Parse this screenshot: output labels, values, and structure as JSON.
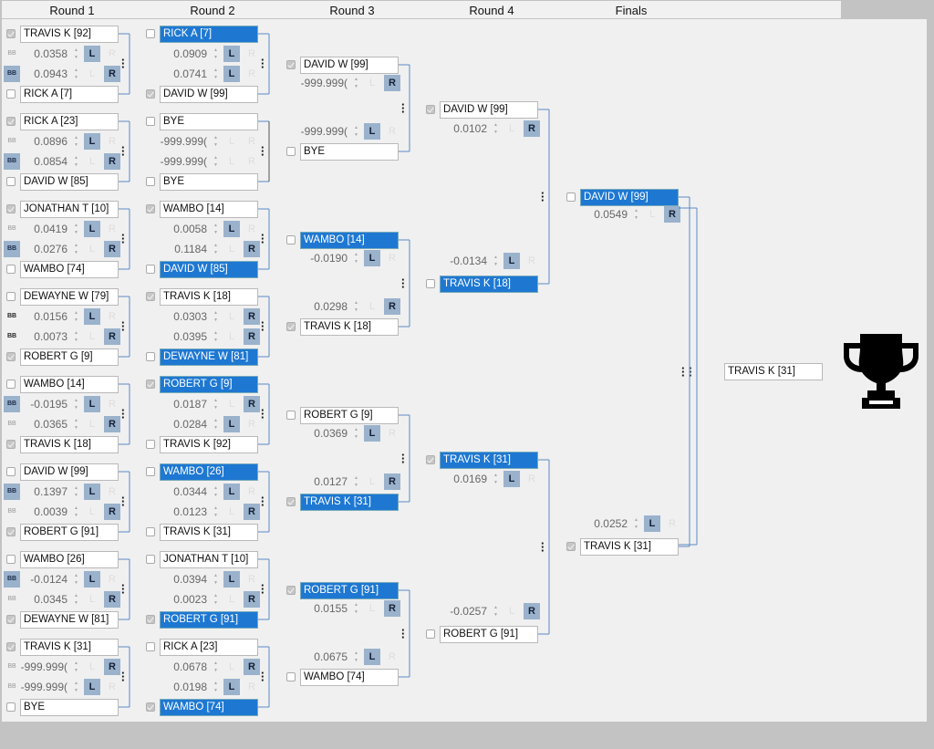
{
  "rounds": [
    "Round 1",
    "Round 2",
    "Round 3",
    "Round 4",
    "Finals"
  ],
  "champion": "TRAVIS K [31]",
  "matches": [
    {
      "col": 0,
      "top": {
        "name": "TRAVIS K [92]",
        "sel": false,
        "chk": true
      },
      "bottom": {
        "name": "RICK A [7]",
        "sel": false,
        "chk": false
      },
      "rows": [
        {
          "bb": false,
          "score": "0.0358",
          "pick": "L"
        },
        {
          "bb": true,
          "score": "0.0943",
          "pick": "R"
        }
      ]
    },
    {
      "col": 0,
      "top": {
        "name": "RICK A [23]",
        "sel": false,
        "chk": true
      },
      "bottom": {
        "name": "DAVID W [85]",
        "sel": false,
        "chk": false
      },
      "rows": [
        {
          "bb": false,
          "score": "0.0896",
          "pick": "L"
        },
        {
          "bb": true,
          "score": "0.0854",
          "pick": "R"
        }
      ]
    },
    {
      "col": 0,
      "top": {
        "name": "JONATHAN T [10]",
        "sel": false,
        "chk": true
      },
      "bottom": {
        "name": "WAMBO [74]",
        "sel": false,
        "chk": false
      },
      "rows": [
        {
          "bb": false,
          "score": "0.0419",
          "pick": "L"
        },
        {
          "bb": true,
          "score": "0.0276",
          "pick": "R"
        }
      ]
    },
    {
      "col": 0,
      "top": {
        "name": "DEWAYNE W [79]",
        "sel": false,
        "chk": false
      },
      "bottom": {
        "name": "ROBERT G [9]",
        "sel": false,
        "chk": true
      },
      "rows": [
        {
          "bb": "plain",
          "score": "0.0156",
          "pick": "L"
        },
        {
          "bb": "plain",
          "score": "0.0073",
          "pick": "R"
        }
      ]
    },
    {
      "col": 0,
      "top": {
        "name": "WAMBO [14]",
        "sel": false,
        "chk": false
      },
      "bottom": {
        "name": "TRAVIS K [18]",
        "sel": false,
        "chk": true
      },
      "rows": [
        {
          "bb": true,
          "score": "-0.0195",
          "pick": "L"
        },
        {
          "bb": false,
          "score": "0.0365",
          "pick": "R"
        }
      ]
    },
    {
      "col": 0,
      "top": {
        "name": "DAVID W [99]",
        "sel": false,
        "chk": false
      },
      "bottom": {
        "name": "ROBERT G [91]",
        "sel": false,
        "chk": true
      },
      "rows": [
        {
          "bb": true,
          "score": "0.1397",
          "pick": "L"
        },
        {
          "bb": false,
          "score": "0.0039",
          "pick": "R"
        }
      ]
    },
    {
      "col": 0,
      "top": {
        "name": "WAMBO [26]",
        "sel": false,
        "chk": false
      },
      "bottom": {
        "name": "DEWAYNE W [81]",
        "sel": false,
        "chk": true
      },
      "rows": [
        {
          "bb": true,
          "score": "-0.0124",
          "pick": "L"
        },
        {
          "bb": false,
          "score": "0.0345",
          "pick": "R"
        }
      ]
    },
    {
      "col": 0,
      "top": {
        "name": "TRAVIS K [31]",
        "sel": false,
        "chk": true
      },
      "bottom": {
        "name": "BYE",
        "sel": false,
        "chk": false
      },
      "rows": [
        {
          "bb": false,
          "score": "-999.999(",
          "pick": "R"
        },
        {
          "bb": false,
          "score": "-999.999(",
          "pick": "L"
        }
      ]
    },
    {
      "col": 1,
      "top": {
        "name": "RICK A [7]",
        "sel": true,
        "chk": false
      },
      "bottom": {
        "name": "DAVID W [99]",
        "sel": false,
        "chk": true
      },
      "rows": [
        {
          "score": "0.0909",
          "pick": "L"
        },
        {
          "score": "0.0741",
          "pick": "L"
        }
      ]
    },
    {
      "col": 1,
      "top": {
        "name": "BYE",
        "sel": false,
        "chk": false
      },
      "bottom": {
        "name": "BYE",
        "sel": false,
        "chk": false
      },
      "rows": [
        {
          "score": "-999.999(",
          "pick": ""
        },
        {
          "score": "-999.999(",
          "pick": ""
        }
      ]
    },
    {
      "col": 1,
      "top": {
        "name": "WAMBO [14]",
        "sel": false,
        "chk": true
      },
      "bottom": {
        "name": "DAVID W [85]",
        "sel": true,
        "chk": false
      },
      "rows": [
        {
          "score": "0.0058",
          "pick": "L"
        },
        {
          "score": "0.1184",
          "pick": "R"
        }
      ]
    },
    {
      "col": 1,
      "top": {
        "name": "TRAVIS K [18]",
        "sel": false,
        "chk": true
      },
      "bottom": {
        "name": "DEWAYNE W [81]",
        "sel": true,
        "chk": false
      },
      "rows": [
        {
          "score": "0.0303",
          "pick": "R"
        },
        {
          "score": "0.0395",
          "pick": "R"
        }
      ]
    },
    {
      "col": 1,
      "top": {
        "name": "ROBERT G [9]",
        "sel": true,
        "chk": true
      },
      "bottom": {
        "name": "TRAVIS K [92]",
        "sel": false,
        "chk": false
      },
      "rows": [
        {
          "score": "0.0187",
          "pick": "R"
        },
        {
          "score": "0.0284",
          "pick": "L"
        }
      ]
    },
    {
      "col": 1,
      "top": {
        "name": "WAMBO [26]",
        "sel": true,
        "chk": false
      },
      "bottom": {
        "name": "TRAVIS K [31]",
        "sel": false,
        "chk": false
      },
      "rows": [
        {
          "score": "0.0344",
          "pick": "L"
        },
        {
          "score": "0.0123",
          "pick": "R"
        }
      ]
    },
    {
      "col": 1,
      "top": {
        "name": "JONATHAN T [10]",
        "sel": false,
        "chk": false
      },
      "bottom": {
        "name": "ROBERT G [91]",
        "sel": true,
        "chk": true
      },
      "rows": [
        {
          "score": "0.0394",
          "pick": "L"
        },
        {
          "score": "0.0023",
          "pick": "R"
        }
      ]
    },
    {
      "col": 1,
      "top": {
        "name": "RICK A [23]",
        "sel": false,
        "chk": false
      },
      "bottom": {
        "name": "WAMBO [74]",
        "sel": true,
        "chk": true
      },
      "rows": [
        {
          "score": "0.0678",
          "pick": "R"
        },
        {
          "score": "0.0198",
          "pick": "L"
        }
      ]
    },
    {
      "col": 2,
      "top": {
        "name": "DAVID W [99]",
        "sel": false,
        "chk": true
      },
      "bottom": {
        "name": "BYE",
        "sel": false,
        "chk": false
      },
      "rows": [
        {
          "score": "-999.999(",
          "pick": "R"
        },
        {
          "score": "-999.999(",
          "pick": "L"
        }
      ]
    },
    {
      "col": 2,
      "top": {
        "name": "WAMBO [14]",
        "sel": true,
        "chk": false
      },
      "bottom": {
        "name": "TRAVIS K [18]",
        "sel": false,
        "chk": true
      },
      "rows": [
        {
          "score": "-0.0190",
          "pick": "L"
        },
        {
          "score": "0.0298",
          "pick": "R"
        }
      ]
    },
    {
      "col": 2,
      "top": {
        "name": "ROBERT G [9]",
        "sel": false,
        "chk": false
      },
      "bottom": {
        "name": "TRAVIS K [31]",
        "sel": true,
        "chk": true
      },
      "rows": [
        {
          "score": "0.0369",
          "pick": "L"
        },
        {
          "score": "0.0127",
          "pick": "R"
        }
      ]
    },
    {
      "col": 2,
      "top": {
        "name": "ROBERT G [91]",
        "sel": true,
        "chk": true
      },
      "bottom": {
        "name": "WAMBO [74]",
        "sel": false,
        "chk": false
      },
      "rows": [
        {
          "score": "0.0155",
          "pick": "R"
        },
        {
          "score": "0.0675",
          "pick": "L"
        }
      ]
    },
    {
      "col": 3,
      "top": {
        "name": "DAVID W [99]",
        "sel": false,
        "chk": true
      },
      "bottom": {
        "name": "TRAVIS K [18]",
        "sel": true,
        "chk": false
      },
      "rows": [
        {
          "score": "0.0102",
          "pick": "R"
        },
        {
          "score": "-0.0134",
          "pick": "L"
        }
      ]
    },
    {
      "col": 3,
      "top": {
        "name": "TRAVIS K [31]",
        "sel": true,
        "chk": true
      },
      "bottom": {
        "name": "ROBERT G [91]",
        "sel": false,
        "chk": false
      },
      "rows": [
        {
          "score": "0.0169",
          "pick": "L"
        },
        {
          "score": "-0.0257",
          "pick": "R"
        }
      ]
    },
    {
      "col": 4,
      "top": {
        "name": "DAVID W [99]",
        "sel": true,
        "chk": false
      },
      "bottom": {
        "name": "TRAVIS K [31]",
        "sel": false,
        "chk": true
      },
      "rows": [
        {
          "score": "0.0549",
          "pick": "R"
        },
        {
          "score": "0.0252",
          "pick": "L"
        }
      ]
    }
  ]
}
